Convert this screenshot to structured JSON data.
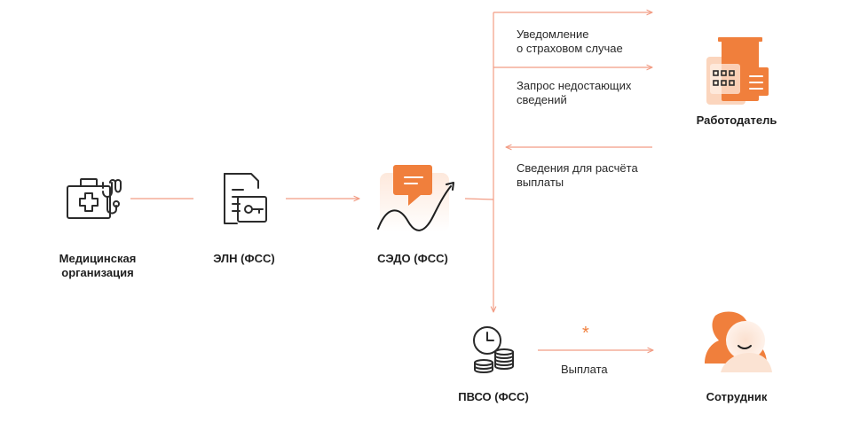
{
  "nodes": {
    "medical": {
      "label_lines": [
        "Медицинская",
        "организация"
      ]
    },
    "eln": {
      "label_lines": [
        "ЭЛН (ФСС)"
      ]
    },
    "sedo": {
      "label_lines": [
        "СЭДО (ФСС)"
      ]
    },
    "pvso": {
      "label_lines": [
        "ПВСО (ФСС)"
      ]
    },
    "employer": {
      "label_lines": [
        "Работодатель"
      ]
    },
    "employee": {
      "label_lines": [
        "Сотрудник"
      ]
    }
  },
  "edges": {
    "insurance_notice": {
      "label_lines": [
        "Уведомление",
        "о страховом случае"
      ]
    },
    "missing_info_request": {
      "label_lines": [
        "Запрос недостающих",
        "сведений"
      ]
    },
    "payment_info": {
      "label_lines": [
        "Сведения для расчёта",
        "выплаты"
      ]
    },
    "payment": {
      "label_lines": [
        "Выплата"
      ],
      "marker": "*"
    }
  },
  "icons": {
    "medical": "medical-kit-stethoscope-icon",
    "eln": "document-key-icon",
    "sedo": "message-chart-icon",
    "pvso": "clock-coins-icon",
    "employer": "office-building-icon",
    "employee": "person-avatar-icon"
  },
  "colors": {
    "accent": "#f07f3c",
    "accent_light": "#fbd5bd",
    "line": "#f29c84",
    "text": "#1f1f1f",
    "icon_stroke": "#2b2b2b"
  }
}
